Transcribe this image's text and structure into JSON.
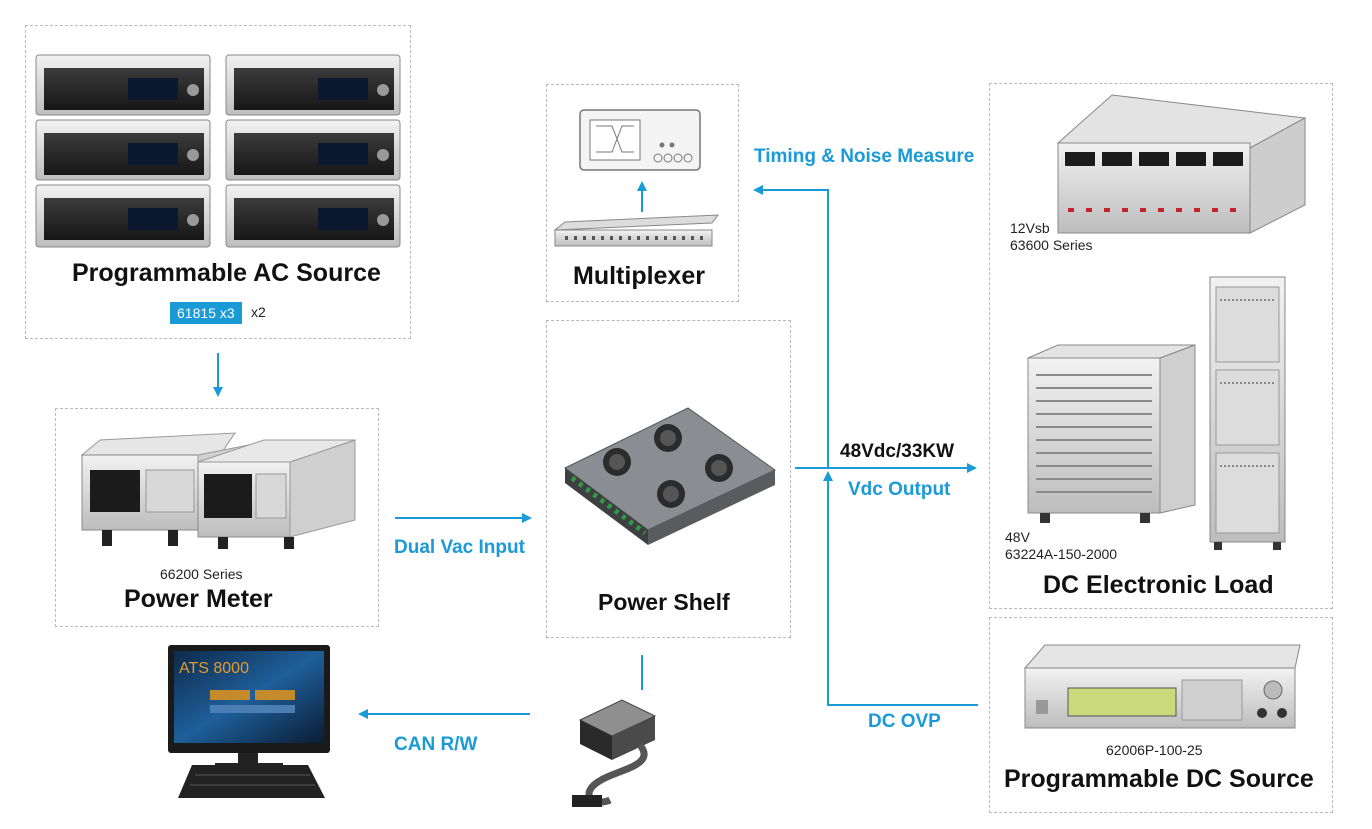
{
  "ac_source": {
    "title": "Programmable AC Source",
    "badge": "61815 x3",
    "multiplier": "x2"
  },
  "power_meter": {
    "series": "66200 Series",
    "title": "Power Meter"
  },
  "multiplexer": {
    "title": "Multiplexer"
  },
  "power_shelf": {
    "title": "Power Shelf"
  },
  "dc_load": {
    "small_label_1": "12Vsb",
    "small_series": "63600 Series",
    "voltage": "48V",
    "model": "63224A-150-2000",
    "title": "DC Electronic Load"
  },
  "dc_source": {
    "model": "62006P-100-25",
    "title": "Programmable DC Source"
  },
  "flows": {
    "timing": "Timing & Noise Measure",
    "dual_vac": "Dual Vac Input",
    "power_rating": "48Vdc/33KW",
    "vdc_output": "Vdc Output",
    "dc_ovp": "DC OVP",
    "can_rw": "CAN R/W"
  },
  "computer": {
    "screen_logo": "ATS 8000"
  },
  "colors": {
    "accent": "#1a9ad6",
    "border": "#b9b9b9"
  }
}
